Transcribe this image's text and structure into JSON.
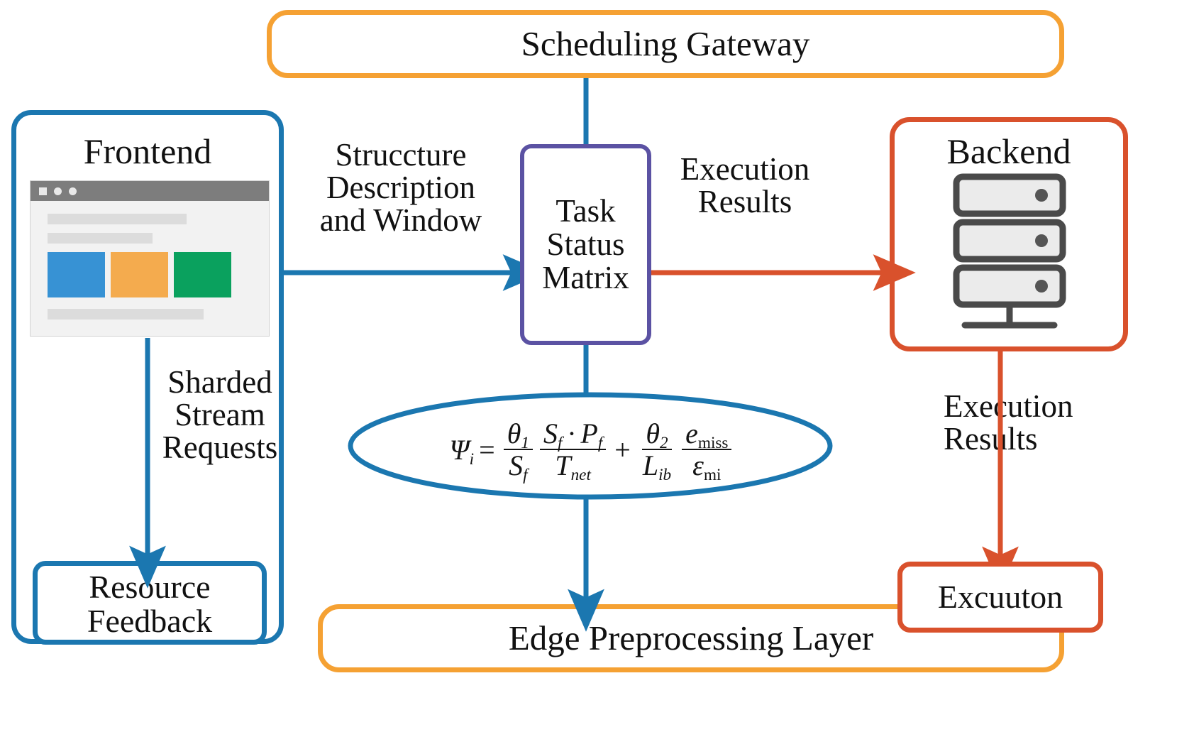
{
  "diagram": {
    "title": "Scheduling Gateway",
    "nodes": {
      "scheduling_gateway": {
        "label": "Scheduling Gateway",
        "color": "#F5A133"
      },
      "edge_preprocessing_layer": {
        "label": "Edge Preprocessing Layer",
        "color": "#F5A133"
      },
      "frontend": {
        "label": "Frontend",
        "color": "#1B77B0"
      },
      "resource_feedback": {
        "label": "Resource\nFeedback",
        "color": "#1B77B0"
      },
      "backend": {
        "label": "Backend",
        "color": "#D9512C"
      },
      "excuuton": {
        "label": "Excuuton",
        "color": "#D9512C"
      },
      "task_status_matrix": {
        "label": "Task\nStatus\nMatrix",
        "color": "#5B52A3"
      }
    },
    "edge_labels": {
      "structure_description": "Struccture\nDescription\nand Window",
      "execution_results_top": "Execution\nResults",
      "sharded_stream_requests": "Sharded\nStream\nRequests",
      "execution_results_right": "Execution\nResults"
    },
    "formula": {
      "lhs": "Ψ",
      "lhs_sub": "i",
      "equals": "=",
      "term1": {
        "coefficient_num": "θ",
        "coefficient_num_sub": "1",
        "coefficient_den": "S",
        "coefficient_den_sub": "f",
        "fraction_num": "S_f · P_f",
        "fraction_den": "T",
        "fraction_den_sub": "net"
      },
      "plus": "+",
      "term2": {
        "coefficient_num": "θ",
        "coefficient_num_sub": "2",
        "coefficient_den": "L",
        "coefficient_den_sub": "ib",
        "fraction_num": "e",
        "fraction_num_sub": "miss",
        "fraction_den": "ε",
        "fraction_den_sub": "mi"
      },
      "plain": "Ψi = (θ1/Sf)(Sf·Pf/Tnet) + (θ2/Lib)(emiss/εmi)"
    },
    "browser_mock": {
      "card_colors": [
        "#3792D4",
        "#F4AB4E",
        "#0AA15E"
      ],
      "titlebar_color": "#7d7d7d"
    },
    "server_icon": {
      "units": 3,
      "body_color": "#ebebeb",
      "stroke_color": "#4a4a4a"
    },
    "palette": {
      "orange": "#F5A133",
      "blue": "#1B77B0",
      "red": "#D9512C",
      "purple": "#5B52A3",
      "text": "#111111"
    }
  }
}
